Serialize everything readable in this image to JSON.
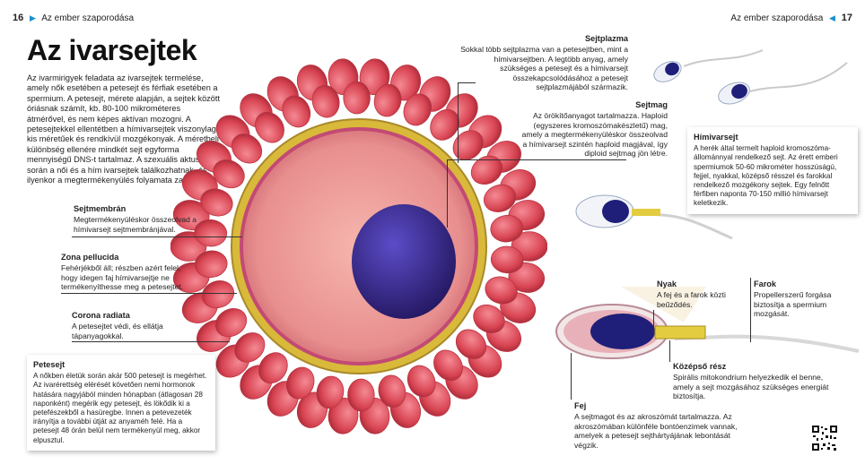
{
  "header": {
    "left_page_num": "16",
    "left_section": "Az ember szaporodása",
    "right_section": "Az ember szaporodása",
    "right_page_num": "17"
  },
  "title": "Az ivarsejtek",
  "intro": "Az ivarmirigyek feladata az ivarsejtek termelése, amely nők esetében a petesejt és férfiak esetében a spermium. A petesejt, mérete alapján, a sejtek között óriásnak számít, kb. 80-100 mikrométeres átmérővel, és nem képes aktívan mozogni. A petesejtekkel ellentétben a hímivarsejtek viszonylag kis méretűek és rendkívül mozgékonyak. A méretbeli különbség ellenére mindkét sejt egyforma mennyiségű DNS-t tartalmaz. A szexuális aktus során a női és a hím ivarsejtek találkozhatnak, és ilyenkor a megtermékenyülés folyamata zajlik le.",
  "labels": {
    "sejtmembran": {
      "title": "Sejtmembrán",
      "text": "Megtermékenyüléskor összeolvad a hímivarsejt sejtmembránjával."
    },
    "zona": {
      "title": "Zona pellucida",
      "text": "Fehérjékből áll; részben azért felel, hogy idegen faj hímivarsejtje ne termékenyíthesse meg a petesejtet."
    },
    "corona": {
      "title": "Corona radiata",
      "text": "A petesejtet védi, és ellátja tápanyagokkal."
    },
    "sejtplazma": {
      "title": "Sejtplazma",
      "text": "Sokkal több sejtplazma van a petesejtben, mint a hímivarsejtben. A legtöbb anyag, amely szükséges a petesejt és a hímivarsejt összekapcsolódásához a petesejt sejtplazmájából származik."
    },
    "sejtmag": {
      "title": "Sejtmag",
      "text": "Az örökítőanyagot tartalmazza. Haploid (egyszeres kromoszómakészletű) mag, amely a megtermékenyüléskor összeolvad a hímivarsejt szintén haploid magjával, így diploid sejtmag jön létre."
    },
    "nyak": {
      "title": "Nyak",
      "text": "A fej és a farok közti beűződés."
    },
    "farok": {
      "title": "Farok",
      "text": "Propellerszerű forgása biztosítja a spermium mozgását."
    },
    "kozepso": {
      "title": "Középső rész",
      "text": "Spirális mitokondrium helyezkedik el benne, amely a sejt mozgásához szükséges energiát biztosítja."
    },
    "fej": {
      "title": "Fej",
      "text": "A sejtmagot és az akroszómát tartalmazza. Az akroszómában különféle bontóenzimek vannak, amelyek a petesejt sejthártyájának lebontását végzik."
    }
  },
  "boxes": {
    "petesejt": {
      "title": "Petesejt",
      "text": "A nőkben életük során akár 500 petesejt is megérhet. Az ivarérettség elérését követően nemi hormonok hatására nagyjából minden hónapban (átlagosan 28 naponként) megérik egy petesejt, és lökődik ki a petefészekből a hasüregbe. Innen a petevezeték irányítja a további útját az anyaméh felé. Ha a petesejt 48 órán belül nem termékenyül meg, akkor elpusztul."
    },
    "himivarsejt": {
      "title": "Hímivarsejt",
      "text": "A herék által termelt haploid kromoszóma-állománnyal rendelkező sejt. Az érett emberi spermiumok 50-60 mikrométer hosszúságú, fejjel, nyakkal, középső résszel és farokkal rendelkező mozgékony sejtek. Egy felnőtt férfiben naponta 70-150 millió hímivarsejt keletkezik."
    }
  },
  "colors": {
    "accent_blue": "#1a8fd0",
    "corona": "#e25562",
    "zona": "#d9b93a",
    "cytoplasm": "#e88f8f",
    "nucleus": "#3a2a96"
  }
}
